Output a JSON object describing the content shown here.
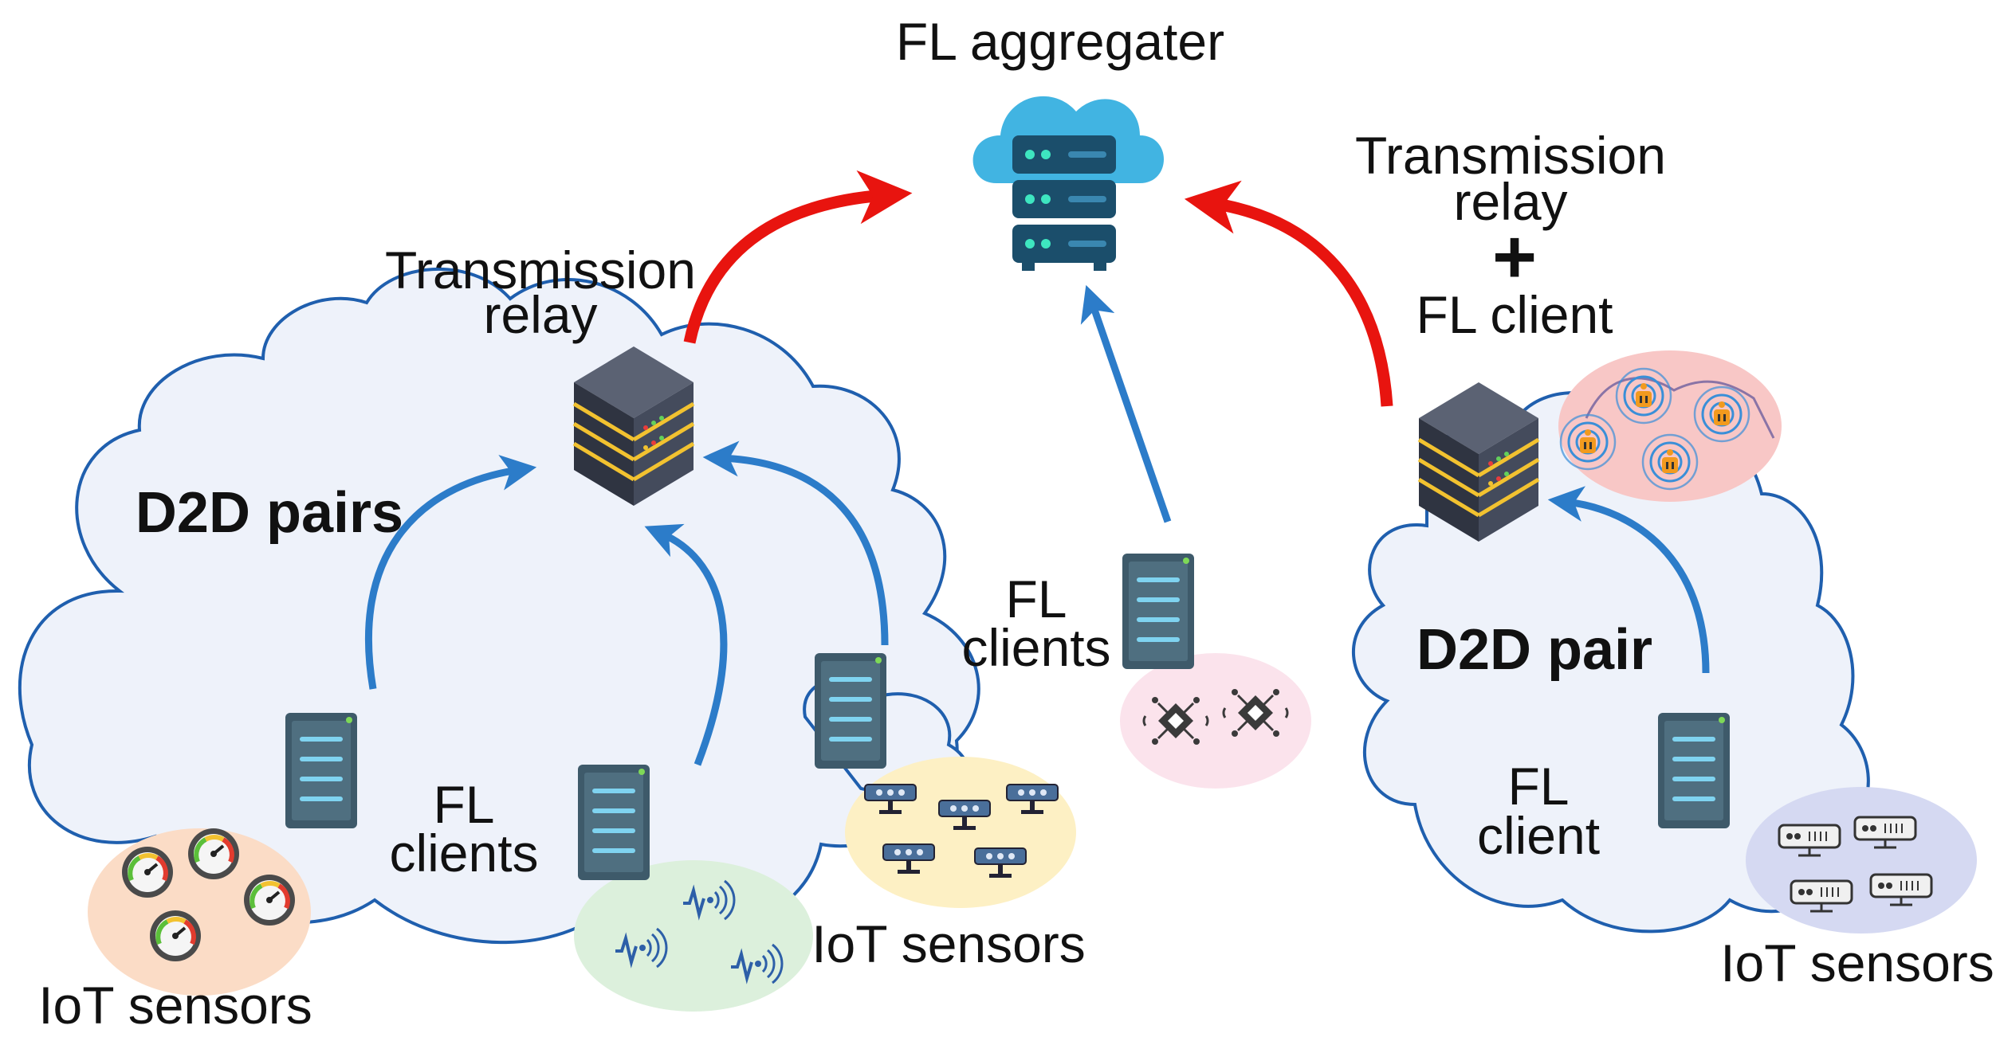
{
  "labels": {
    "aggregator": "FL aggregater",
    "relay_left_1": "Transmission",
    "relay_left_2": "relay",
    "relay_right_1": "Transmission",
    "relay_right_2": "relay",
    "plus": "+",
    "fl_client_top": "FL client",
    "d2d_pairs": "D2D pairs",
    "d2d_pair": "D2D pair",
    "fl_clients_left_1": "FL",
    "fl_clients_left_2": "clients",
    "fl_clients_mid_1": "FL",
    "fl_clients_mid_2": "clients",
    "fl_client_right_1": "FL",
    "fl_client_right_2": "client",
    "iot_left": "IoT sensors",
    "iot_mid": "IoT sensors",
    "iot_right": "IoT sensors"
  },
  "colors": {
    "cloud_fill": "#eef2fa",
    "cloud_stroke": "#1f5fae",
    "blue_arrow": "#2c7cc9",
    "red_arrow": "#e8140f",
    "aggregator_cloud": "#41b4e2",
    "server_dark": "#3e5a6a",
    "bubble_orange": "#fbdcc6",
    "bubble_green": "#dcf0dc",
    "bubble_yellow": "#fdf0c4",
    "bubble_pink": "#fbe3ec",
    "bubble_red": "#f8c7c6",
    "bubble_lavender": "#d5d9f2"
  },
  "icons": [
    "cloud-server-icon",
    "rack-server-icon",
    "tower-server-icon",
    "gauge-icon",
    "wireless-sensor-icon",
    "camera-sensor-icon",
    "chip-sensor-icon",
    "beacon-sensor-icon",
    "network-device-icon"
  ]
}
